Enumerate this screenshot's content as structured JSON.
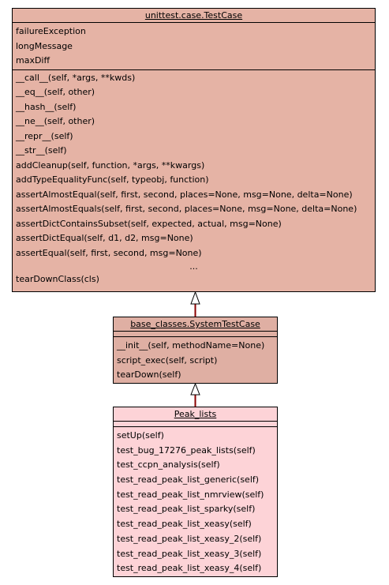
{
  "classes": {
    "testcase": {
      "name": "unittest.case.TestCase",
      "attributes": [
        "failureException",
        "longMessage",
        "maxDiff"
      ],
      "methods": [
        "__call__(self, *args, **kwds)",
        "__eq__(self, other)",
        "__hash__(self)",
        "__ne__(self, other)",
        "__repr__(self)",
        "__str__(self)",
        "addCleanup(self, function, *args, **kwargs)",
        "addTypeEqualityFunc(self, typeobj, function)",
        "assertAlmostEqual(self, first, second, places=None, msg=None, delta=None)",
        "assertAlmostEquals(self, first, second, places=None, msg=None, delta=None)",
        "assertDictContainsSubset(self, expected, actual, msg=None)",
        "assertDictEqual(self, d1, d2, msg=None)",
        "assertEqual(self, first, second, msg=None)"
      ],
      "ellipsis": "...",
      "last_method": "tearDownClass(cls)",
      "fill_color": "#e5b3a5"
    },
    "systest": {
      "name": "base_classes.SystemTestCase",
      "methods": [
        "__init__(self, methodName=None)",
        "script_exec(self, script)",
        "tearDown(self)"
      ],
      "fill_color": "#dfafa3"
    },
    "peak": {
      "name": "Peak_lists",
      "methods": [
        "setUp(self)",
        "test_bug_17276_peak_lists(self)",
        "test_ccpn_analysis(self)",
        "test_read_peak_list_generic(self)",
        "test_read_peak_list_nmrview(self)",
        "test_read_peak_list_sparky(self)",
        "test_read_peak_list_xeasy(self)",
        "test_read_peak_list_xeasy_2(self)",
        "test_read_peak_list_xeasy_3(self)",
        "test_read_peak_list_xeasy_4(self)"
      ],
      "fill_color": "#fdd3d7"
    }
  },
  "links": {
    "inheritance_arrow_color": "#8b0000"
  }
}
